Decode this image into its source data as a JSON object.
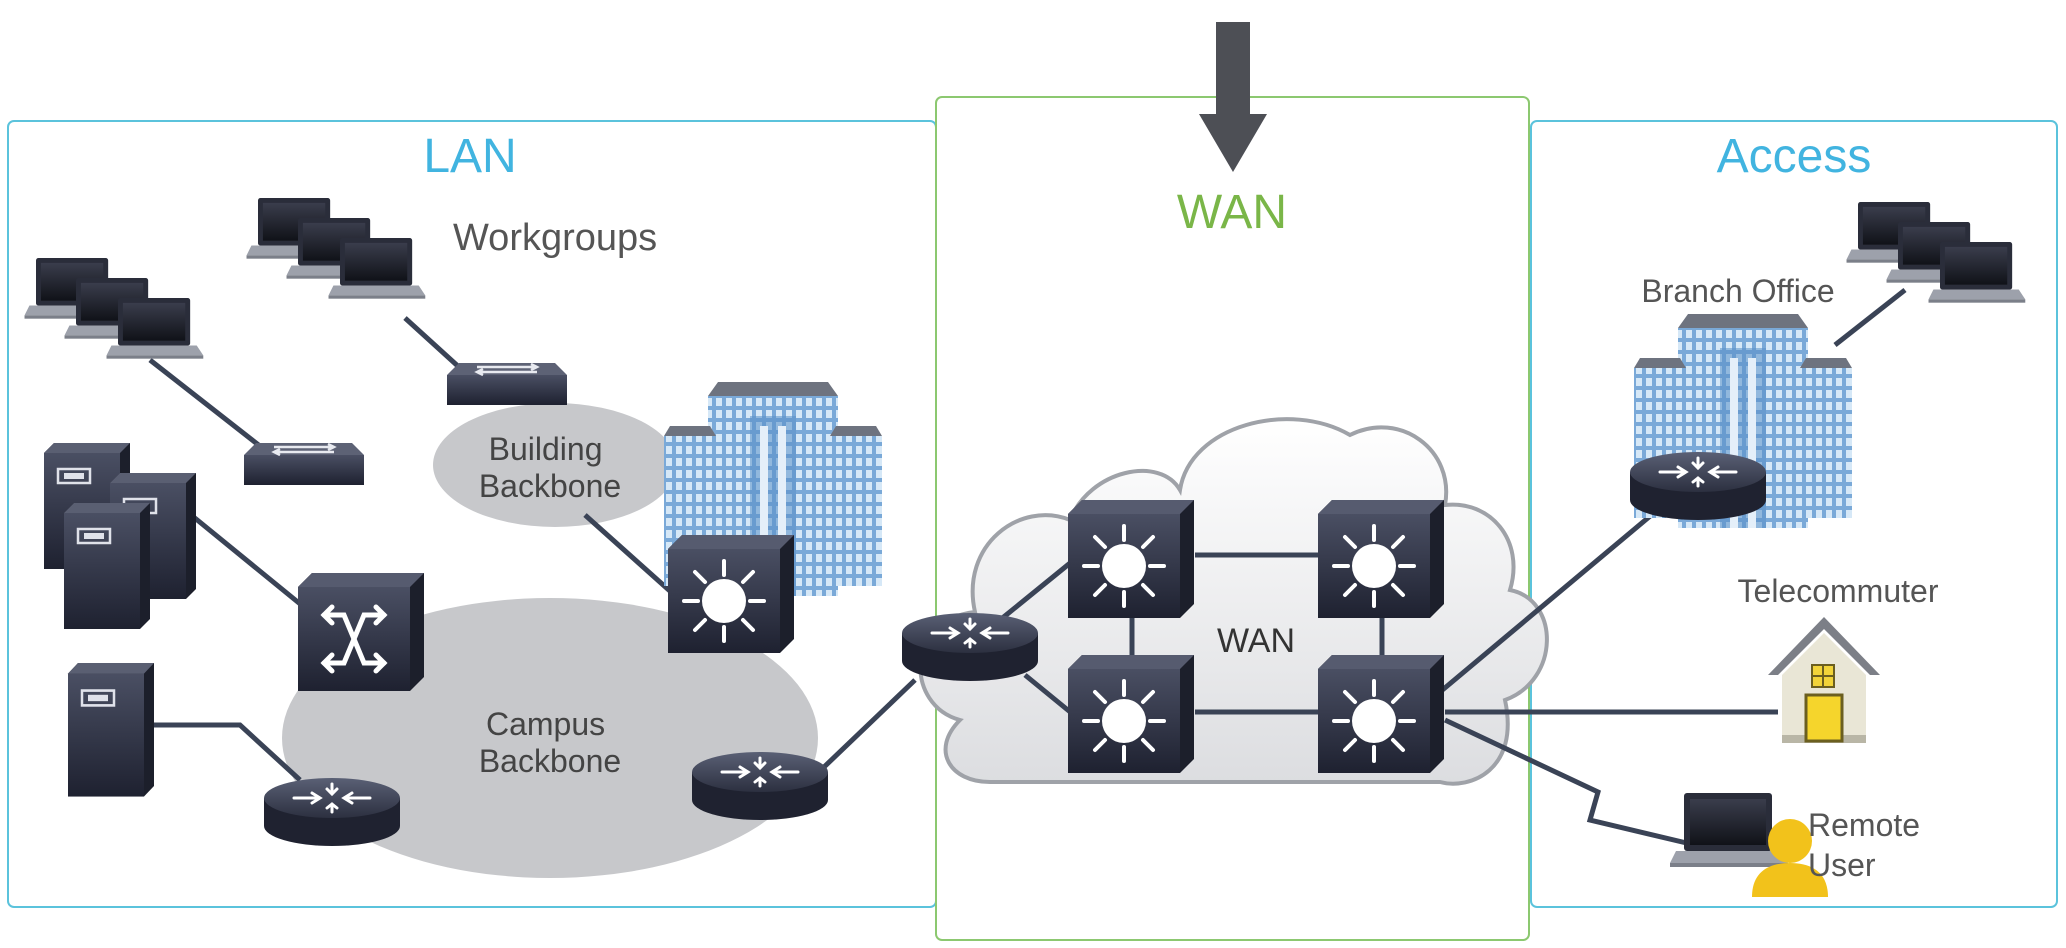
{
  "sections": {
    "lan": "LAN",
    "wan": "WAN",
    "access": "Access"
  },
  "labels": {
    "workgroups": "Workgroups",
    "building_backbone": [
      "Building",
      "Backbone"
    ],
    "campus_backbone": [
      "Campus",
      "Backbone"
    ],
    "wan_cloud": "WAN",
    "branch_office": "Branch Office",
    "telecommuter": "Telecommuter",
    "remote_user": [
      "Remote",
      "User"
    ]
  },
  "colors": {
    "lan_border": "#5bc3dc",
    "wan_border": "#8cc870",
    "access_border": "#5bc3dc",
    "lan_title": "#41b4e0",
    "wan_title": "#7ab648",
    "access_title": "#41b4e0",
    "device": "#2b2e3c",
    "link": "#3a4356",
    "backbone": "#c7c8cb",
    "label": "#555555"
  }
}
